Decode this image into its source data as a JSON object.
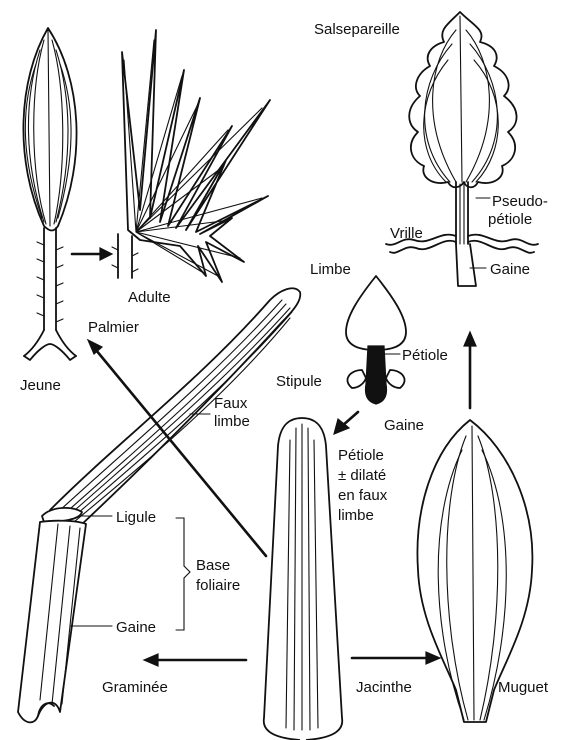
{
  "labels": {
    "salsepareille": "Salsepareille",
    "pseudo_1": "Pseudo-",
    "pseudo_2": "pétiole",
    "vrille": "Vrille",
    "gaine_salse": "Gaine",
    "adulte": "Adulte",
    "palmier": "Palmier",
    "jeune": "Jeune",
    "limbe": "Limbe",
    "petiole": "Pétiole",
    "stipule": "Stipule",
    "gaine_center": "Gaine",
    "faux_1": "Faux",
    "faux_2": "limbe",
    "petiole_dilate_1": "Pétiole",
    "petiole_dilate_2": "± dilaté",
    "petiole_dilate_3": "en faux",
    "petiole_dilate_4": "limbe",
    "ligule": "Ligule",
    "base_1": "Base",
    "base_2": "foliaire",
    "gaine_gram": "Gaine",
    "graminee": "Graminée",
    "jacinthe": "Jacinthe",
    "muguet": "Muguet"
  }
}
